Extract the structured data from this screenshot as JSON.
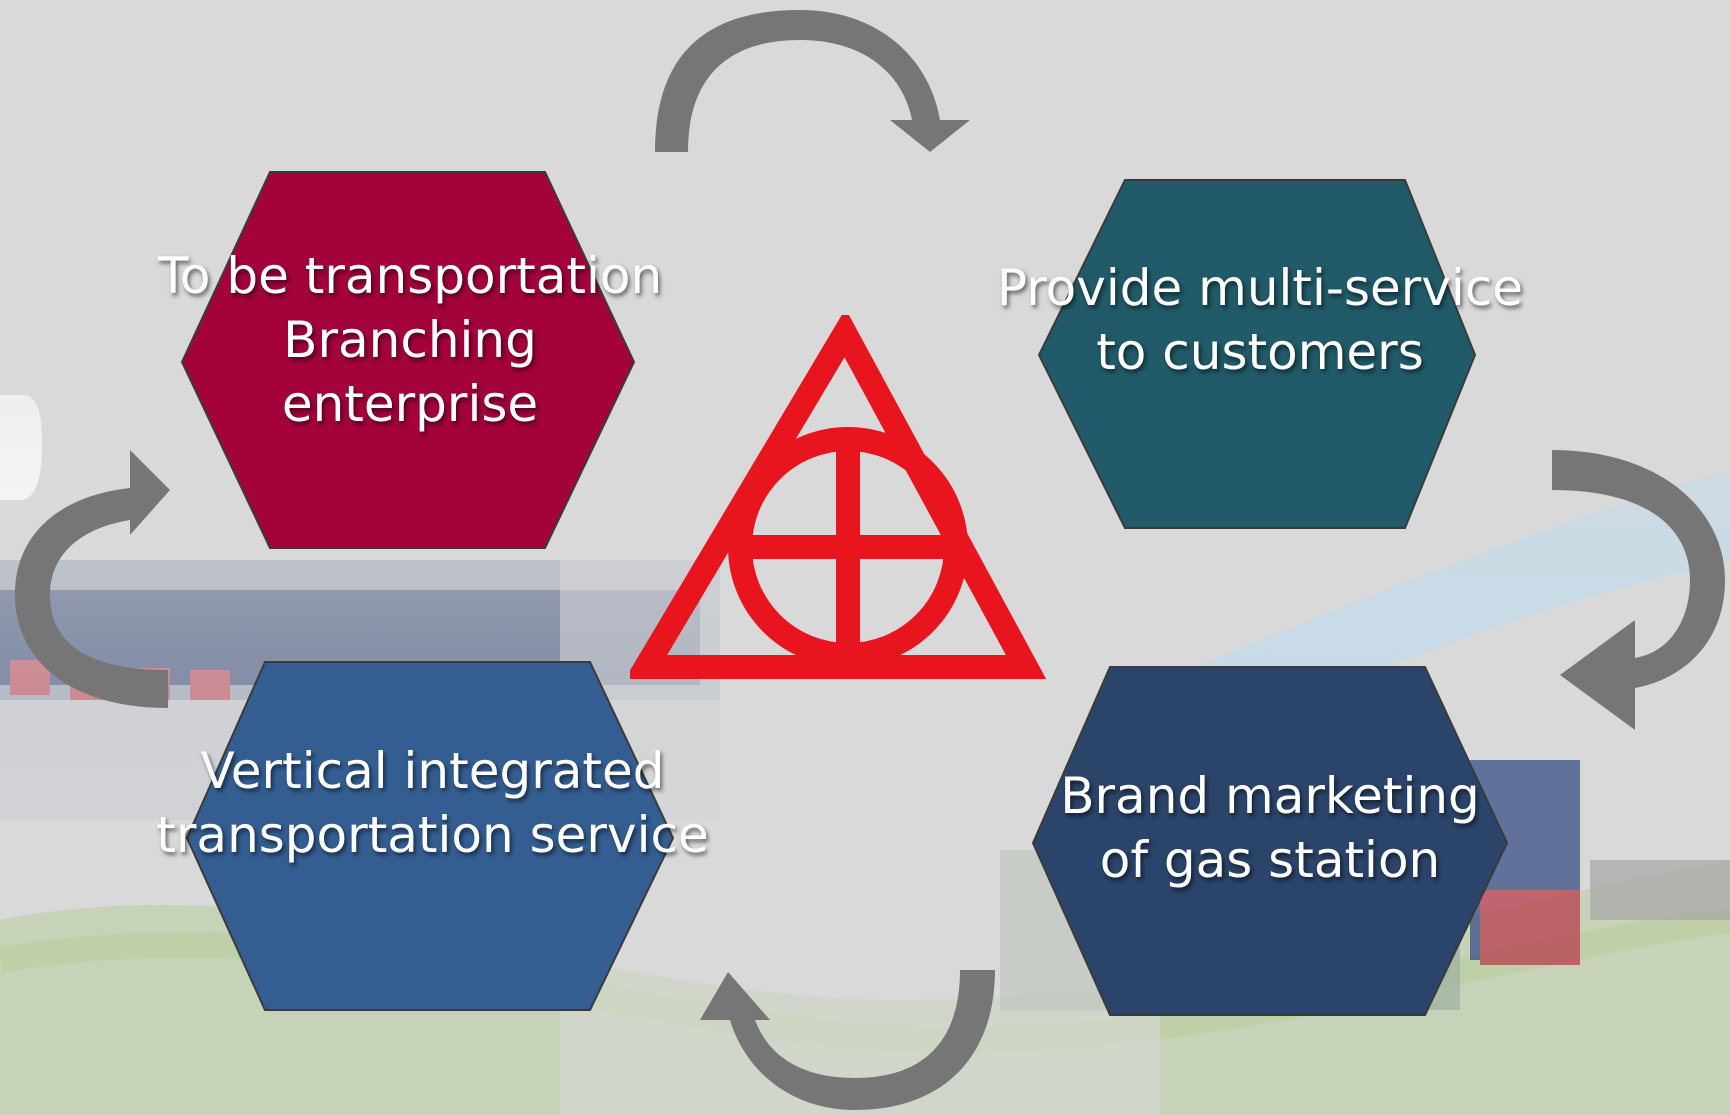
{
  "colors": {
    "background": "#d9d9d9",
    "hex_top_left": "#a3033a",
    "hex_top_right": "#215a68",
    "hex_bottom_left": "#345e92",
    "hex_bottom_right": "#2b446a",
    "arrow": "#767676",
    "logo_red": "#e8141e"
  },
  "hexagons": {
    "top_left": {
      "lines": [
        "To be transportation",
        "Branching",
        "enterprise"
      ]
    },
    "top_right": {
      "lines": [
        "Provide multi-service",
        "to customers"
      ]
    },
    "bottom_left": {
      "lines": [
        "Vertical integrated",
        "transportation service"
      ]
    },
    "bottom_right": {
      "lines": [
        "Brand marketing",
        "of gas station"
      ]
    }
  },
  "center_logo": {
    "icon": "triangle-circle-cross-logo"
  },
  "arrows": [
    "curved-arrow-top",
    "curved-arrow-right",
    "curved-arrow-bottom",
    "curved-arrow-left"
  ]
}
